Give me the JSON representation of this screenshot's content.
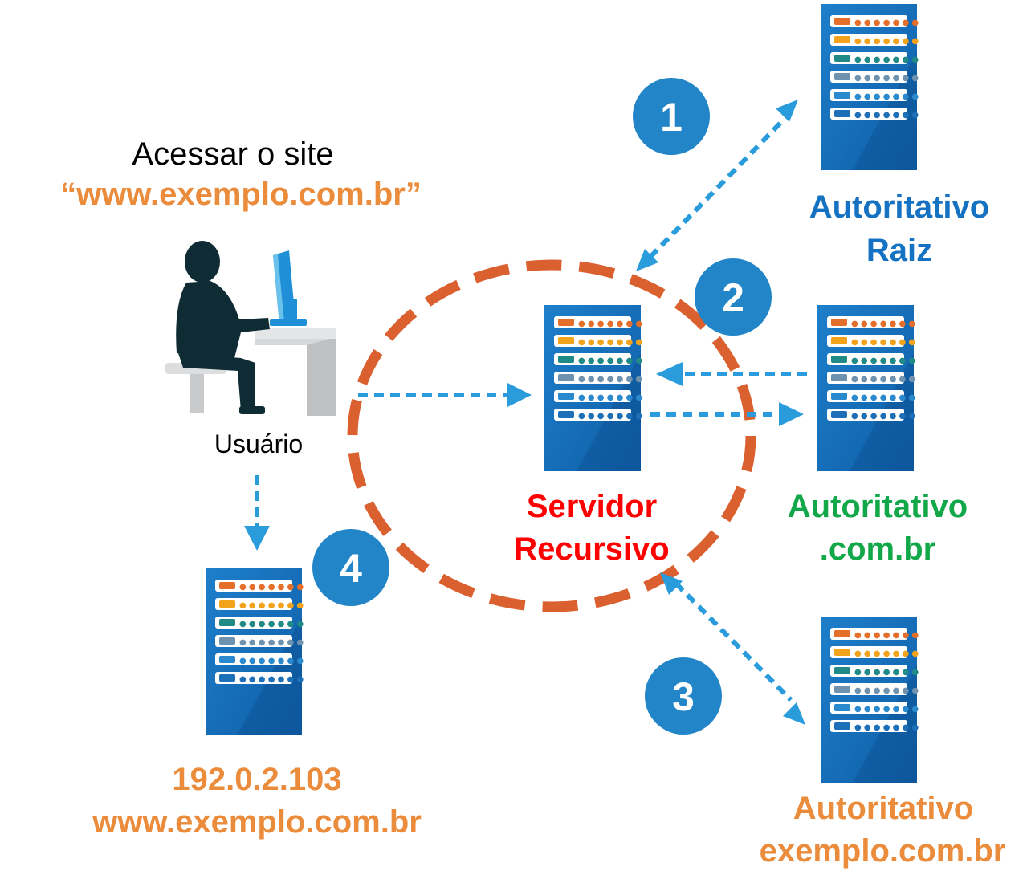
{
  "request": {
    "line1": "Acessar o site",
    "line2": "“www.exemplo.com.br”"
  },
  "user": {
    "label": "Usuário"
  },
  "recursive": {
    "line1": "Servidor",
    "line2": "Recursivo"
  },
  "root": {
    "line1": "Autoritativo",
    "line2": "Raiz"
  },
  "combr": {
    "line1": "Autoritativo",
    "line2": ".com.br"
  },
  "exemplo": {
    "line1": "Autoritativo",
    "line2": "exemplo.com.br"
  },
  "result": {
    "line1": "192.0.2.103",
    "line2": "www.exemplo.com.br"
  },
  "steps": [
    "1",
    "2",
    "3",
    "4"
  ],
  "icons": {
    "server": "server-rack-icon",
    "user": "user-at-computer-icon"
  },
  "colors": {
    "arrow": "#2A9CDB",
    "step_circle": "#2285C8",
    "ellipse": "#DB6030",
    "root_text": "#1572C2",
    "combr_text": "#12A84A",
    "recursive_text": "#FF0000",
    "orange_text": "#EA8C3C",
    "black_text": "#000000"
  }
}
